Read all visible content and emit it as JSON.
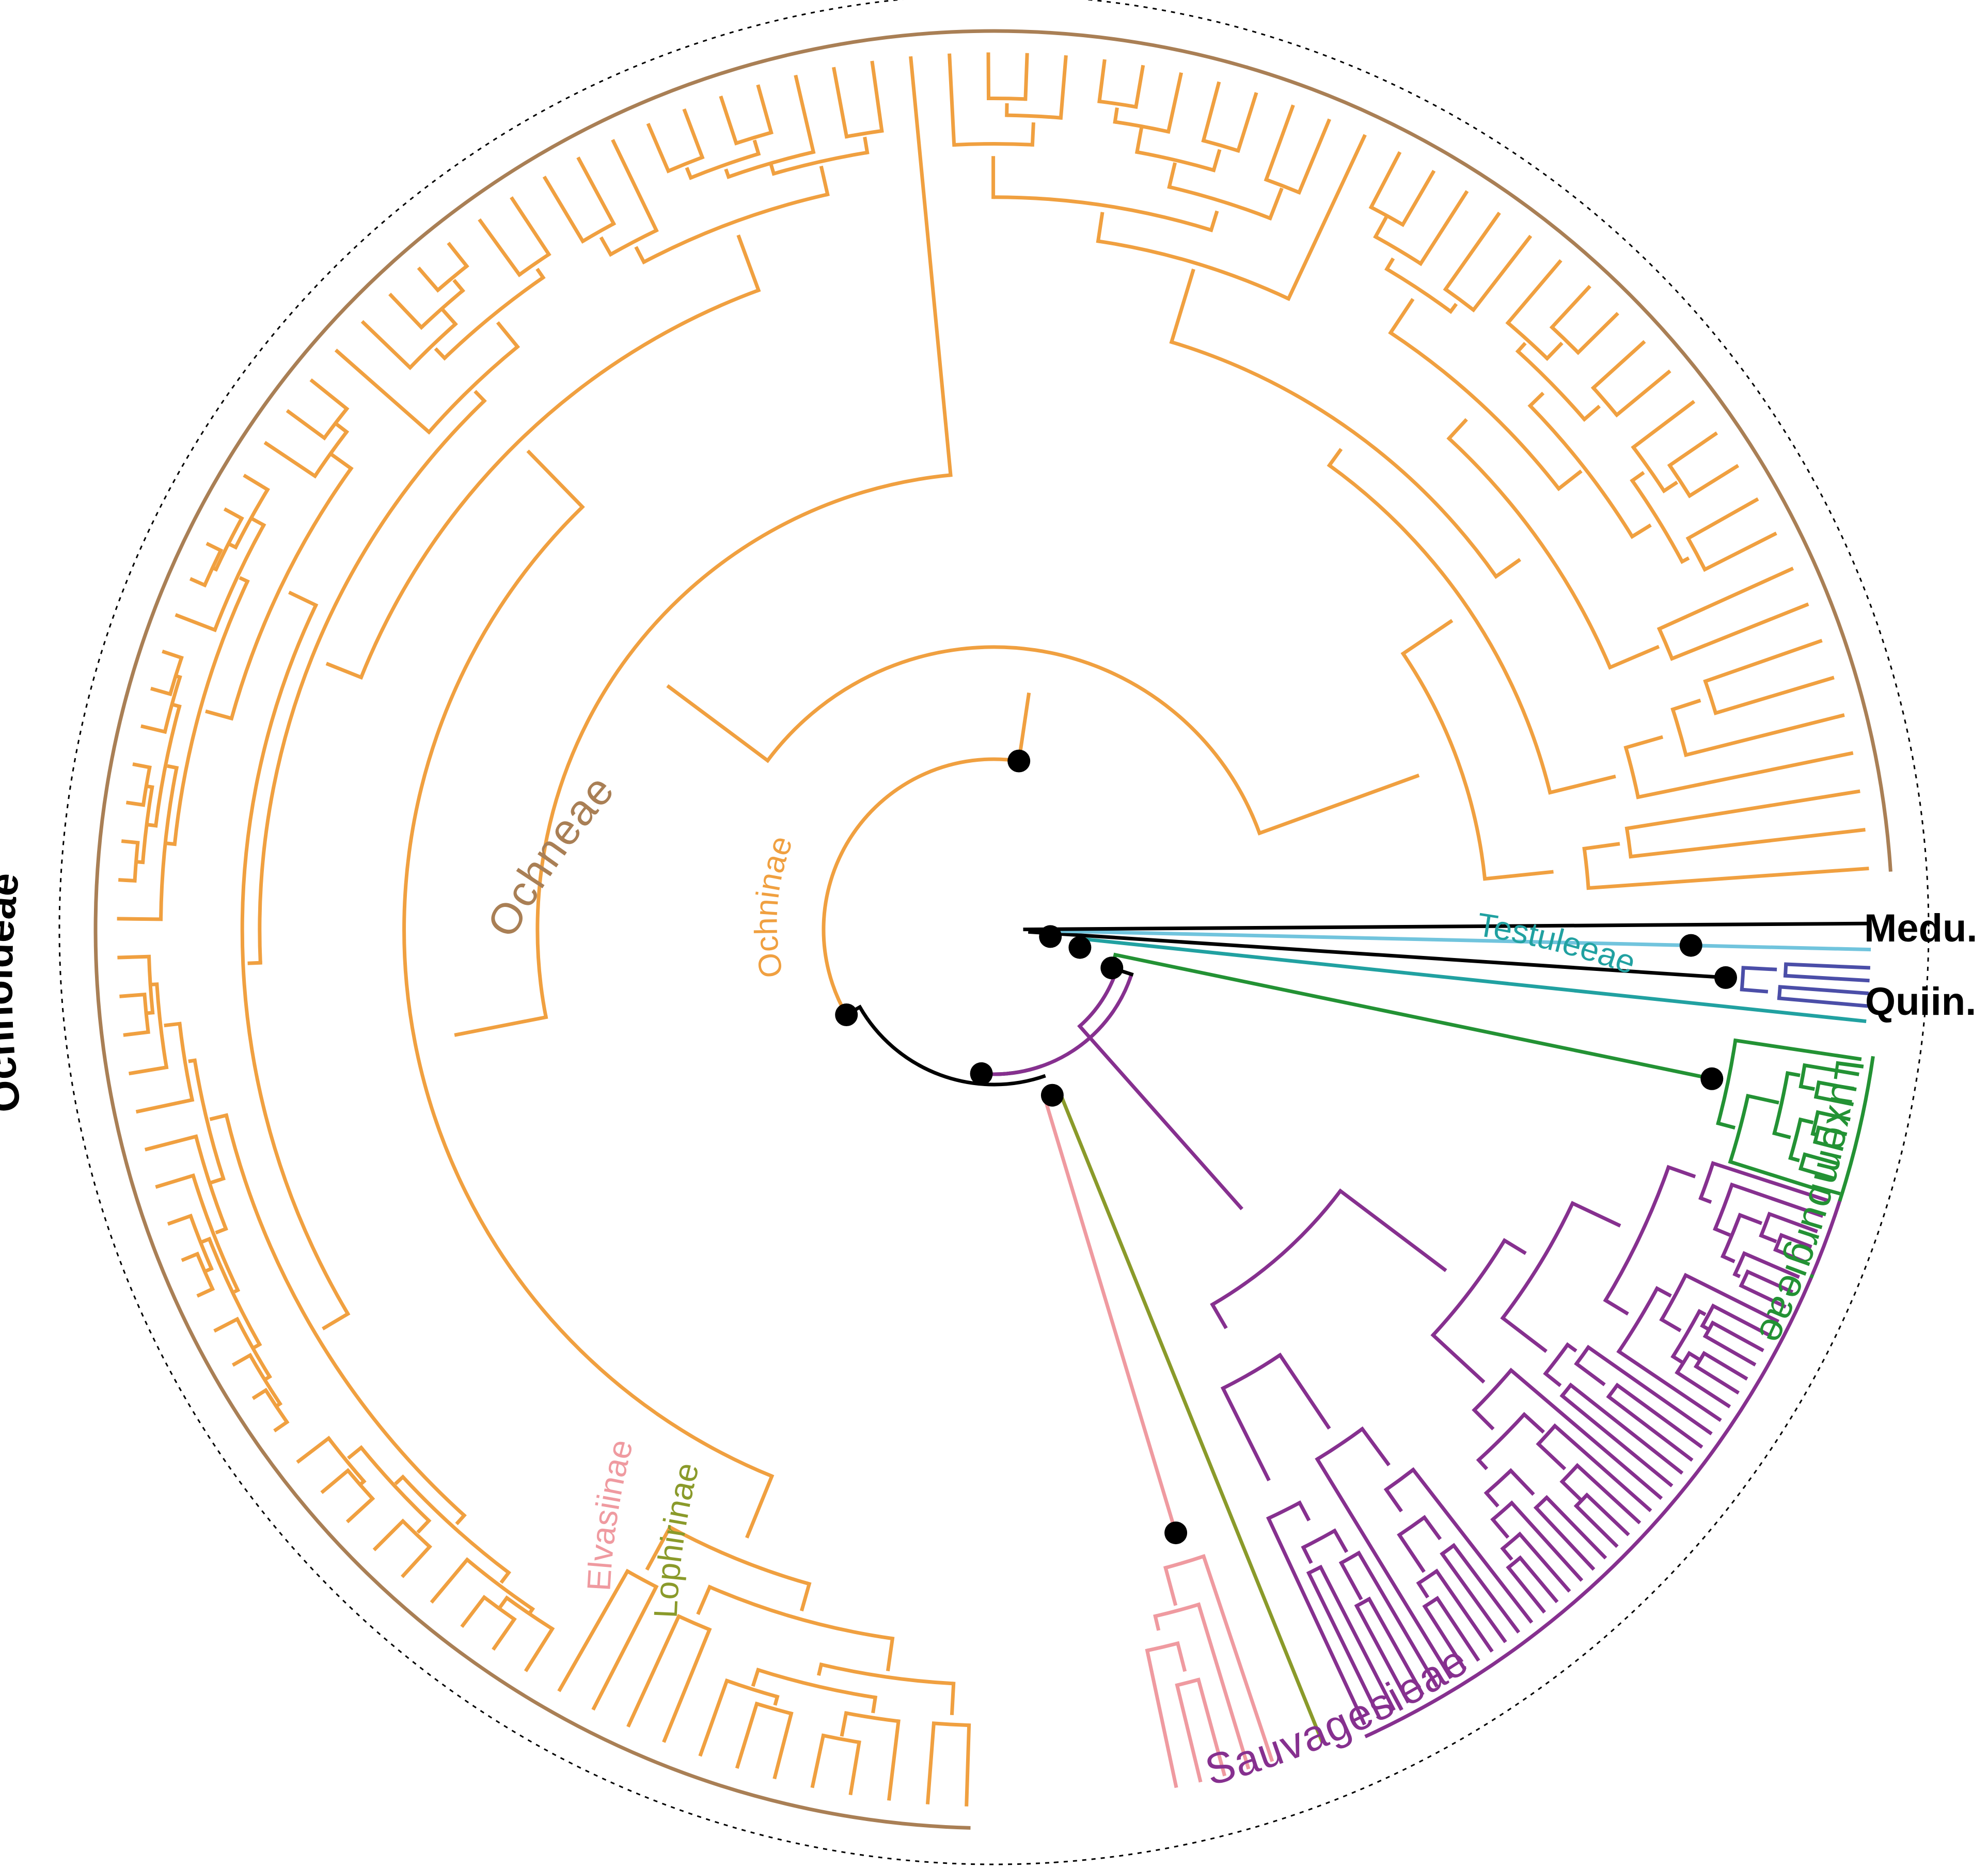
{
  "labels": {
    "ochneae": "Ochneae",
    "ochninae": "Ochninae",
    "elvasiinae": "Elvasiinae",
    "lophirinae": "Lophirinae",
    "sauvagesieae": "Sauvagesieae",
    "luxemburgieae": "Luxemburgieae",
    "testuleeae": "Testuleeae",
    "ochnoideae": "Ochnoideae",
    "medu": "Medu.",
    "quiin": "Quiin."
  },
  "colors": {
    "ochninae": "#f0a040",
    "ochneae": "#a97f55",
    "elvasiinae": "#ef9aa0",
    "lophirinae": "#8a9a2a",
    "sauvagesieae": "#86308f",
    "luxemburgieae": "#239234",
    "testuleeae": "#21a1a1",
    "quiin": "#4b4ea8",
    "medu_light": "#71c4dd",
    "backbone": "#000000"
  },
  "clades": [
    {
      "key": "ochninae",
      "tips": 105
    },
    {
      "key": "elvasiinae",
      "tips": 5
    },
    {
      "key": "lophirinae",
      "tips": 1
    },
    {
      "key": "sauvagesieae",
      "tips": 45
    },
    {
      "key": "luxemburgieae",
      "tips": 10
    },
    {
      "key": "testuleeae",
      "tips": 1
    },
    {
      "key": "quiin",
      "tips": 4
    },
    {
      "key": "medu_light",
      "tips": 1
    },
    {
      "key": "backbone",
      "tips": 1
    }
  ]
}
